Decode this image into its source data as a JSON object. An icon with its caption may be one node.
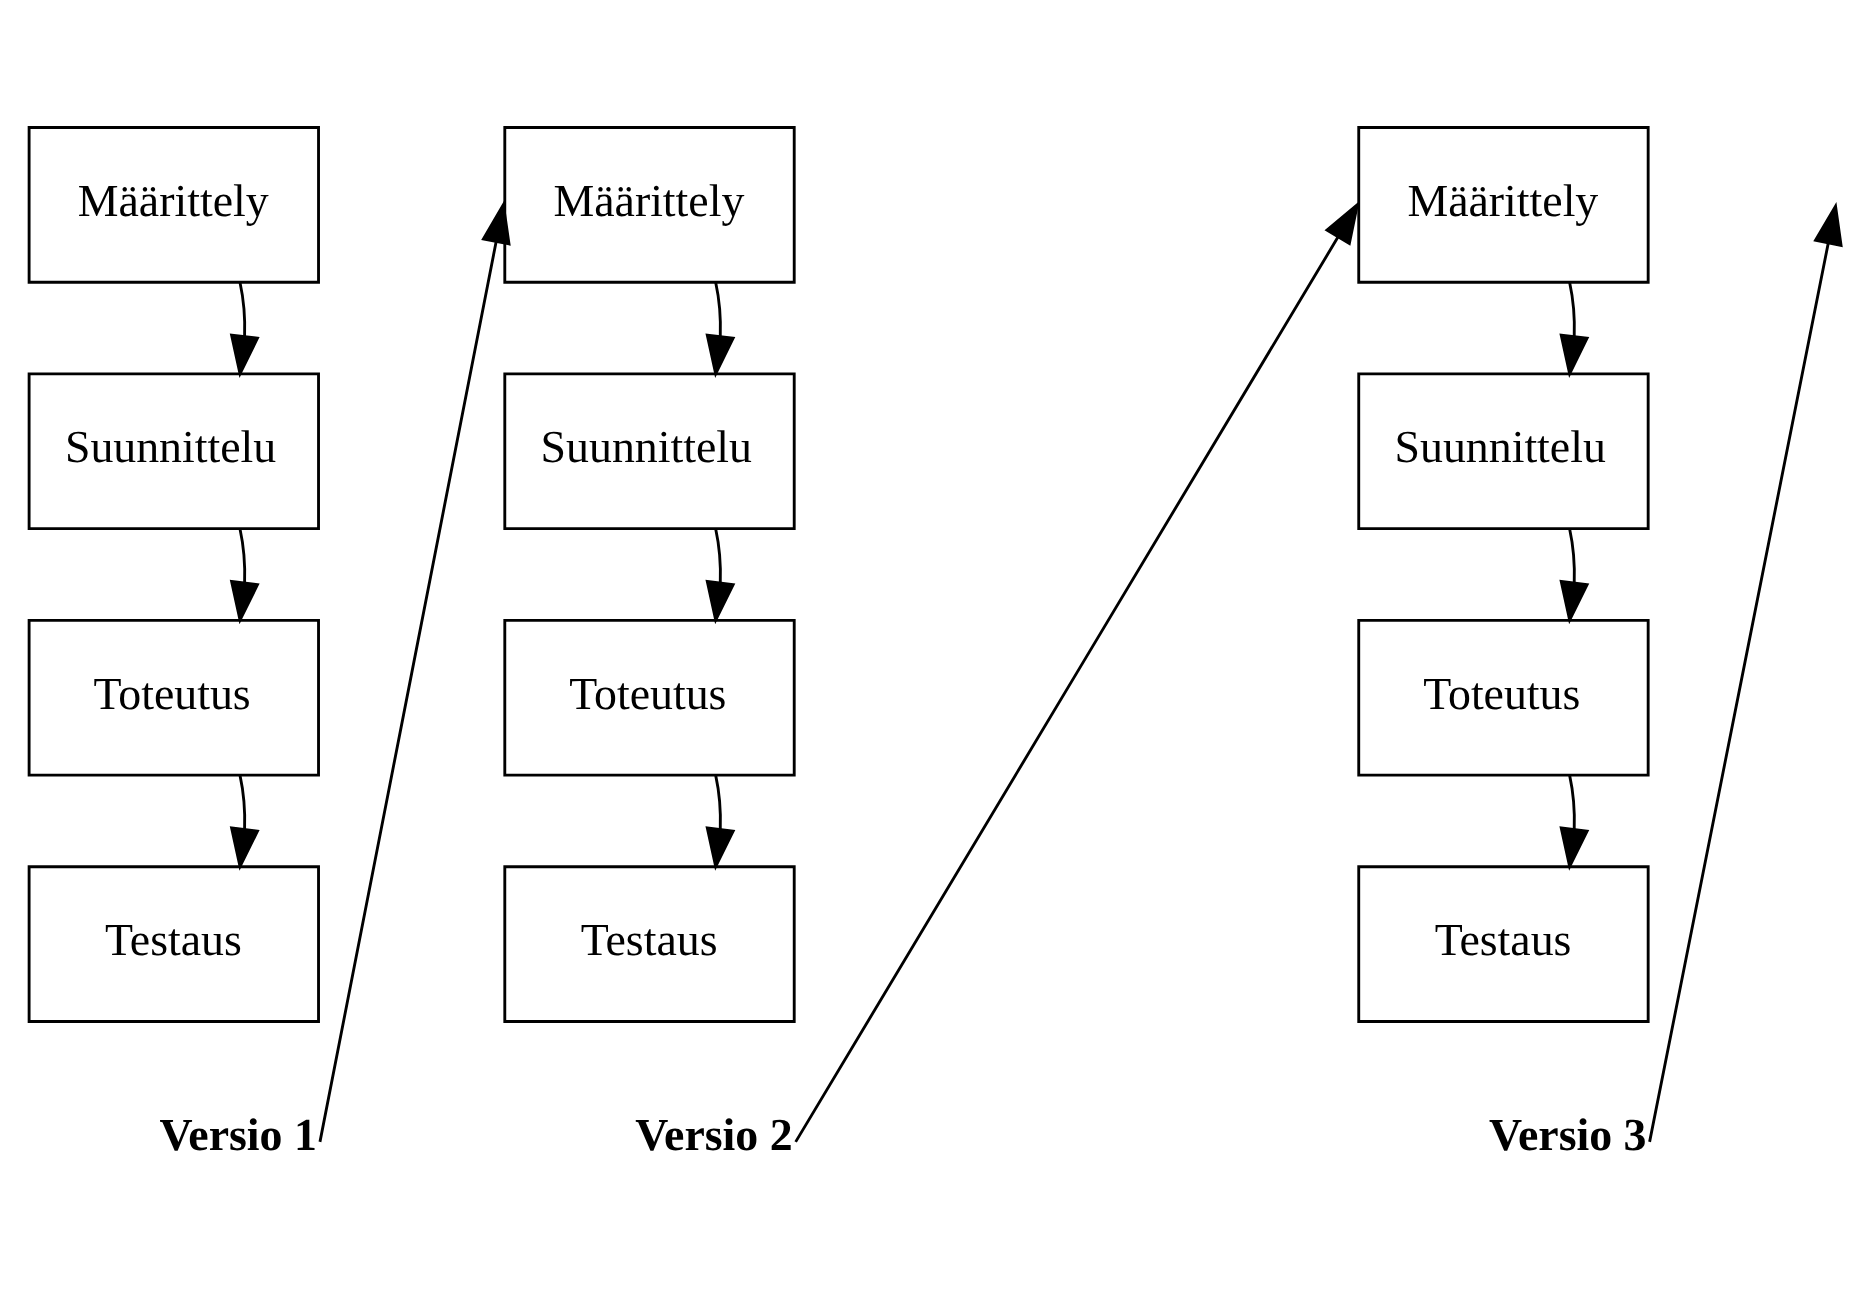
{
  "diagram": {
    "nodes": [
      {
        "text": [
          "Määrittely"
        ]
      },
      {
        "text": [
          "Suunnittelu"
        ]
      },
      {
        "text": [
          "Toteutus"
        ]
      },
      {
        "text": [
          "Testaus"
        ]
      },
      {
        "text": [
          "Määrittely"
        ]
      },
      {
        "text": [
          "Suunnittelu"
        ]
      },
      {
        "text": [
          "Toteutus"
        ]
      },
      {
        "text": [
          "Testaus"
        ]
      },
      {
        "text": [
          "Määrittely"
        ]
      },
      {
        "text": [
          "Suunnittelu"
        ]
      },
      {
        "text": [
          "Toteutus"
        ]
      },
      {
        "text": [
          "Testaus"
        ]
      },
      {
        "text": [
          "Versio 1"
        ]
      },
      {
        "text": [
          "Versio 2"
        ]
      },
      {
        "text": [
          "Versio 3"
        ]
      }
    ],
    "edges": [
      {
        "from": 0,
        "to": 1,
        "arrow": "to"
      },
      {
        "from": 1,
        "to": 2,
        "arrow": "to"
      },
      {
        "from": 2,
        "to": 3,
        "arrow": "to"
      },
      {
        "from": 12,
        "to": 4,
        "arrow": "to"
      },
      {
        "from": 4,
        "to": 5,
        "arrow": "to"
      },
      {
        "from": 5,
        "to": 6,
        "arrow": "to"
      },
      {
        "from": 6,
        "to": 7,
        "arrow": "to"
      },
      {
        "from": 13,
        "to": 8,
        "arrow": "to"
      },
      {
        "from": 8,
        "to": 9,
        "arrow": "to"
      },
      {
        "from": 9,
        "to": 10,
        "arrow": "to"
      },
      {
        "from": 10,
        "to": 11,
        "arrow": "to"
      },
      {
        "from": 14,
        "to": null,
        "arrow": "to"
      }
    ]
  }
}
